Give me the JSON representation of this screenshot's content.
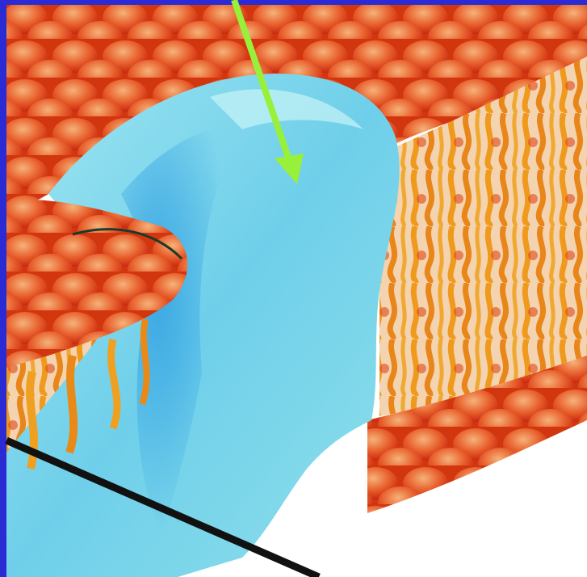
{
  "figure": {
    "kind": "membrane-protein illustration",
    "labels": [],
    "colors": {
      "frame_border": "#2b2bd6",
      "membrane_head": "#e8431c",
      "membrane_head_highlight": "#f2a06a",
      "lipid_tail": "#f0a020",
      "protein": "#7fd8ea",
      "protein_shadow": "#3aa8e0",
      "pointer_arrow": "#99f03a",
      "pointer_line": "#111111",
      "background": "#ffffff"
    },
    "pointers": [
      {
        "name": "green-arrow",
        "target": "protein"
      },
      {
        "name": "black-line",
        "target": "lower-membrane"
      }
    ]
  }
}
